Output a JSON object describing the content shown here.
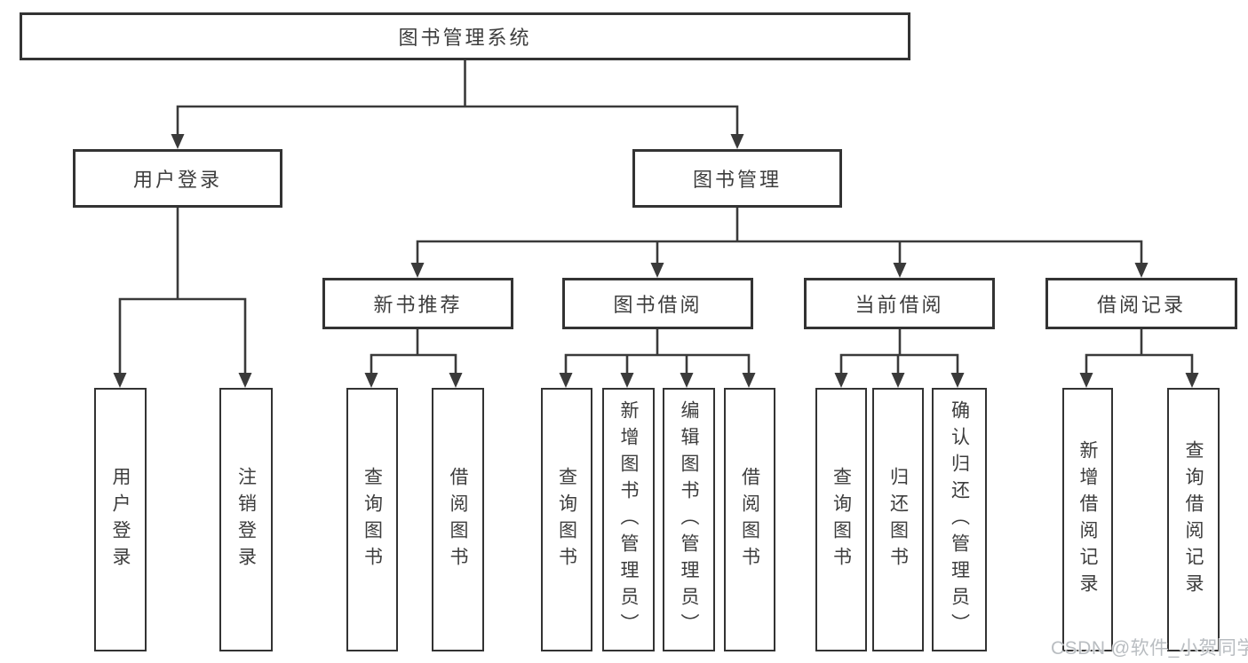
{
  "tree": {
    "root": {
      "label": "图书管理系统"
    },
    "level2": [
      {
        "label": "用户登录",
        "children": [
          {
            "label": "用户登录"
          },
          {
            "label": "注销登录"
          }
        ]
      },
      {
        "label": "图书管理",
        "children": [
          {
            "label": "新书推荐",
            "children": [
              {
                "label": "查询图书"
              },
              {
                "label": "借阅图书"
              }
            ]
          },
          {
            "label": "图书借阅",
            "children": [
              {
                "label": "查询图书"
              },
              {
                "label": "新增图书（管理员）"
              },
              {
                "label": "编辑图书（管理员）"
              },
              {
                "label": "借阅图书"
              }
            ]
          },
          {
            "label": "当前借阅",
            "children": [
              {
                "label": "查询图书"
              },
              {
                "label": "归还图书"
              },
              {
                "label": "确认归还（管理员）"
              }
            ]
          },
          {
            "label": "借阅记录",
            "children": [
              {
                "label": "新增借阅记录"
              },
              {
                "label": "查询借阅记录"
              }
            ]
          }
        ]
      }
    ]
  },
  "watermark": {
    "text": "CSDN @软件_小贺同学"
  },
  "colors": {
    "line": "#3a3a3a",
    "box_border": "#333333",
    "text": "#3d3d3d",
    "watermark": "#b9bdc1",
    "background": "#ffffff"
  }
}
